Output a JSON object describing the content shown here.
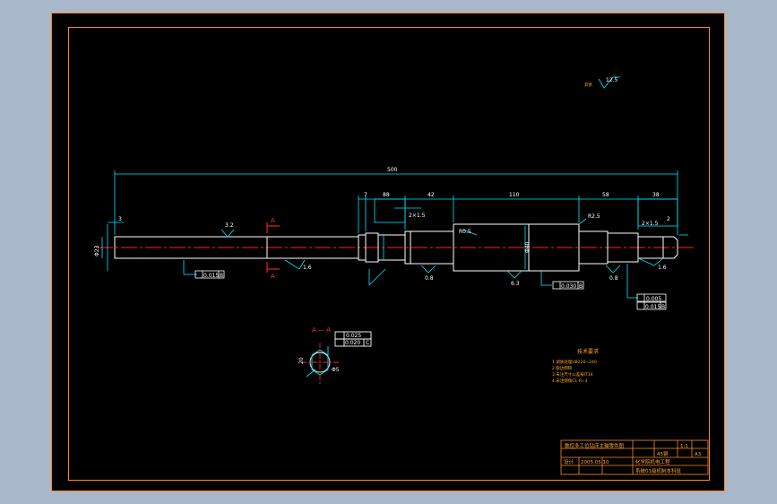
{
  "colors": {
    "page_bg": "#a9b7cb",
    "sheet_bg": "#000000",
    "frame": "#ff8a1a",
    "part": "#ffffff",
    "dimension": "#00e5ff",
    "centerline": "#ff2020",
    "note": "#ffaa22"
  },
  "dimensions": {
    "total_length": "500",
    "seg_7": "7",
    "seg_88": "88",
    "seg_42": "42",
    "seg_110": "110",
    "seg_58": "58",
    "seg_38": "38",
    "left_3": "3",
    "right_2": "2",
    "chamfer_left": "2×1.5",
    "chamfer_right": "2×1.5",
    "dia_left": "Φ23",
    "r_main": "R0.5",
    "dia_mid": "Φ40",
    "r2": "R2.5",
    "rest_label": "其余",
    "rest_value": "12.5"
  },
  "roughness": {
    "r32": "3.2",
    "r16_left": "1.6",
    "r08_a": "0.8",
    "r63": "6.3",
    "r08_b": "0.8",
    "r16_right": "1.6"
  },
  "tolerances": {
    "runout_left": "0.015",
    "runout_left_datum": "B",
    "runout_mid": "0.030",
    "runout_mid_datum": "B",
    "perp_right": "0.005",
    "runout_right": "0.015",
    "runout_right_datum": "B"
  },
  "section": {
    "label_top": "A",
    "label_bottom": "A",
    "title": "A — A",
    "tol_1": "0.025",
    "tol_2": "0.020",
    "tol_datum": "C",
    "dim_left": "20",
    "dim_right": "Φ5"
  },
  "notes": {
    "title": "技术要求",
    "line1": "1.调质处理HB220~240",
    "line2": "2.锐边倒钝",
    "line3": "3.未注尺寸公差按IT14",
    "line4": "4.未注倒角C1 R=3"
  },
  "title_block": {
    "school": "数控多工位钻床主轴零件图",
    "material": "45钢",
    "scale": "1:1",
    "sheet": "A3",
    "designer": "设计",
    "date": "2005.05.10",
    "dept": "化学院机电工程",
    "class": "系统01级机制本科班"
  }
}
